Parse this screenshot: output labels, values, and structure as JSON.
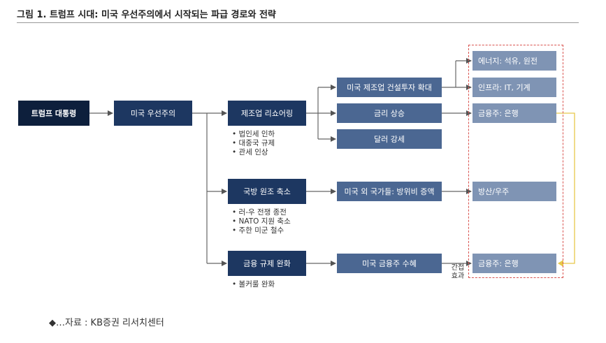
{
  "title": "그림 1. 트럼프 시대: 미국 우선주의에서 시작되는 파급 경로와 전략",
  "nodes": {
    "trump": "트럼프 대통령",
    "america_first": "미국 우선주의",
    "manufacturing": "제조업 리쇼어링",
    "defense": "국방 원조 축소",
    "finance": "금융 규제 완화"
  },
  "manufacturing_bullets": [
    "법인세 인하",
    "대중국 규제",
    "관세 인상"
  ],
  "defense_bullets": [
    "러-우 전쟁 종전",
    "NATO 지원 축소",
    "주한 미군 철수"
  ],
  "finance_bullets": [
    "볼커룰 완화"
  ],
  "effects": {
    "construction": "미국 제조업 건설투자 확대",
    "rates": "금리 상승",
    "dollar": "달러 강세",
    "foreign_defense": "미국 외 국가들: 방위비 증액",
    "finance_stocks": "미국 금융주 수혜"
  },
  "sectors": {
    "energy": "에너지: 석유, 원전",
    "infra": "인프라: IT, 기계",
    "bank1": "금융주: 은행",
    "defense": "방산/우주",
    "bank2": "금융주: 은행"
  },
  "indirect_label": "간접 효과",
  "source": "◆…자료 : KB증권 리서치센터",
  "colors": {
    "dark": "#0d1f3c",
    "navy": "#1d3761",
    "mid": "#4b6792",
    "sector": "#7f94b4",
    "dashed_border": "#d9534f",
    "feedback_line": "#e8c84a"
  }
}
